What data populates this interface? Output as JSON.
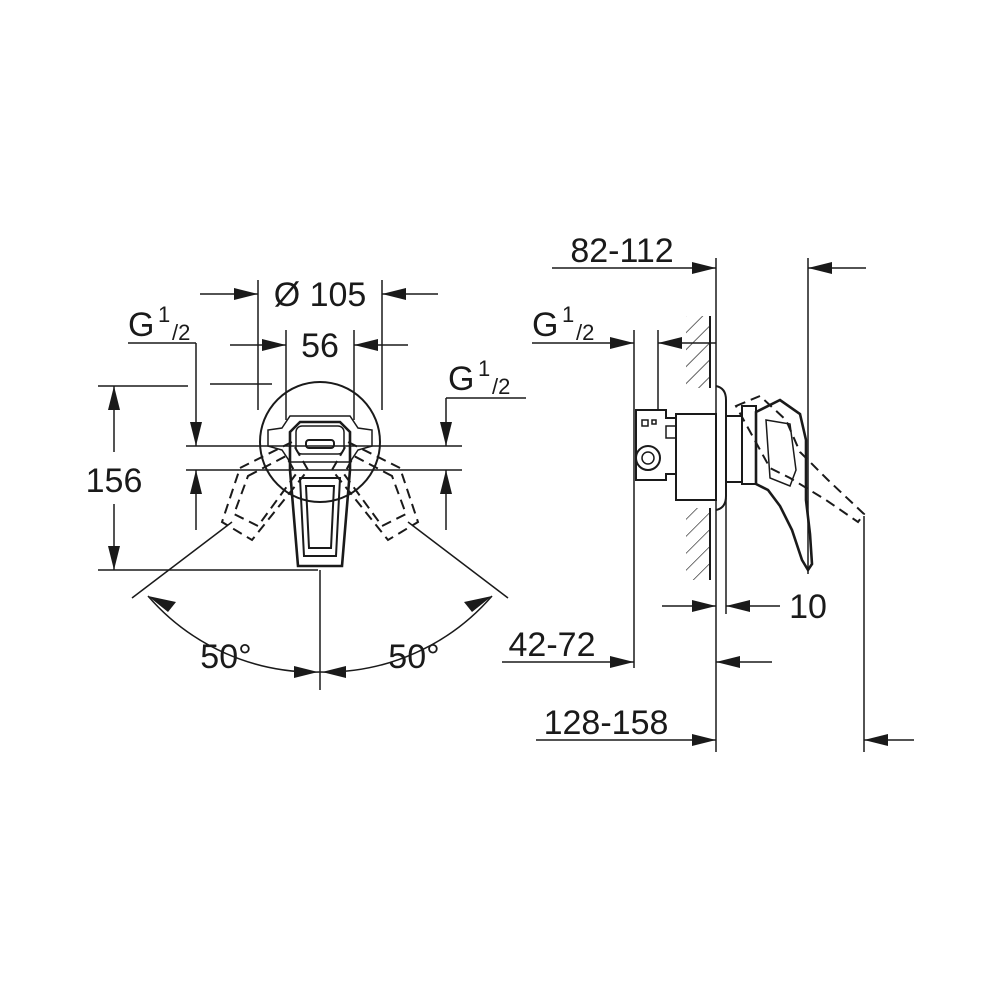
{
  "front_view": {
    "diameter_label": "Ø 105",
    "inner_width_label": "56",
    "connection_left": {
      "prefix": "G",
      "num": "1",
      "den": "/2"
    },
    "connection_right": {
      "prefix": "G",
      "num": "1",
      "den": "/2"
    },
    "height_label": "156",
    "angle_left_label": "50°",
    "angle_right_label": "50°"
  },
  "side_view": {
    "top_depth_label": "82-112",
    "connection": {
      "prefix": "G",
      "num": "1",
      "den": "/2"
    },
    "plate_label": "10",
    "min_depth_label": "42-72",
    "total_depth_label": "128-158"
  }
}
